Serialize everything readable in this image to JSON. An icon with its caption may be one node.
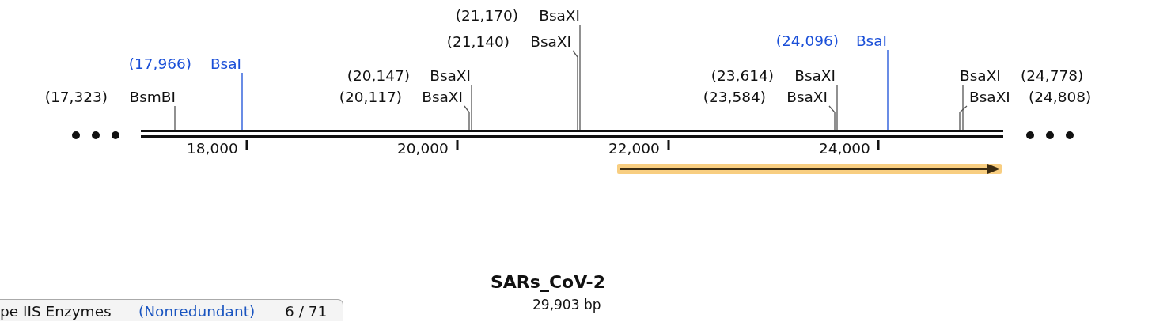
{
  "diagram": {
    "title": "SARs_CoV-2",
    "caption": "29,903 bp",
    "nodes": [
      {
        "text": [],
        "shape": "bar"
      },
      {
        "text": [
          "(21,170)",
          "BsaXI"
        ]
      },
      {
        "text": [
          "(21,140)",
          "BsaXI"
        ]
      },
      {
        "text": [
          "(17,966)",
          "BsaI"
        ]
      },
      {
        "text": [
          "(24,096)",
          "BsaI"
        ]
      },
      {
        "text": [
          "(20,147)",
          "BsaXI"
        ]
      },
      {
        "text": [
          "(23,614)",
          "BsaXI"
        ]
      },
      {
        "text": [
          "BsaXI",
          "(24,778)"
        ]
      },
      {
        "text": [
          "(17,323)",
          "BsmBI"
        ]
      },
      {
        "text": [
          "(20,117)",
          "BsaXI"
        ]
      },
      {
        "text": [
          "(23,584)",
          "BsaXI"
        ]
      },
      {
        "text": [
          "BsaXI",
          "(24,808)"
        ]
      }
    ],
    "edges": [
      {
        "from": 1,
        "to": 0,
        "arrow": "none"
      },
      {
        "from": 2,
        "to": 0,
        "arrow": "none"
      },
      {
        "from": 3,
        "to": 0,
        "arrow": "none",
        "color": "#1a4fd8"
      },
      {
        "from": 4,
        "to": 0,
        "arrow": "none",
        "color": "#1a4fd8"
      },
      {
        "from": 5,
        "to": 0,
        "arrow": "none"
      },
      {
        "from": 6,
        "to": 0,
        "arrow": "none"
      },
      {
        "from": 7,
        "to": 0,
        "arrow": "none"
      },
      {
        "from": 8,
        "to": 0,
        "arrow": "none"
      },
      {
        "from": 9,
        "to": 0,
        "arrow": "none"
      },
      {
        "from": 10,
        "to": 0,
        "arrow": "none"
      },
      {
        "from": 11,
        "to": 0,
        "arrow": "none"
      }
    ],
    "labels": [
      "18,000",
      "20,000",
      "22,000",
      "24,000",
      "pe IIS Enzymes",
      "(Nonredundant)",
      "6 / 71"
    ]
  }
}
